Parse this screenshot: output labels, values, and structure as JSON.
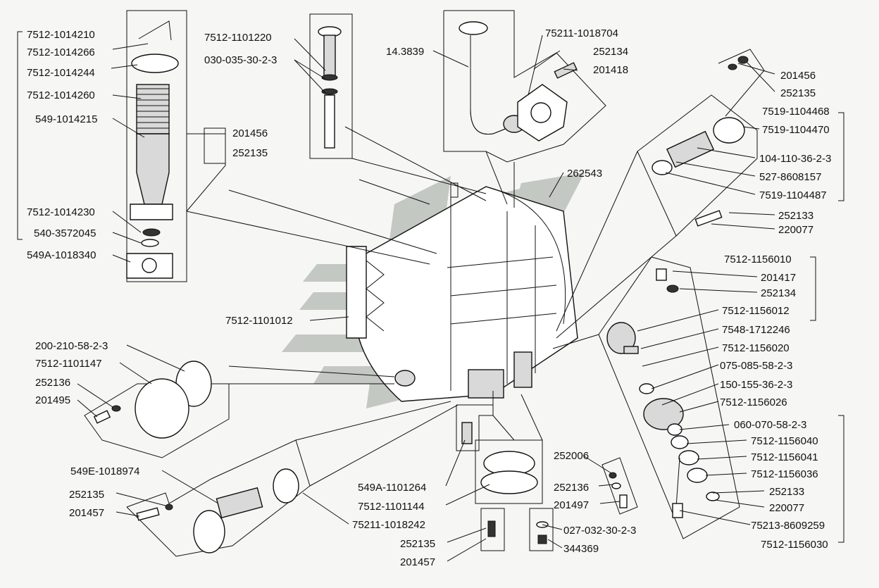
{
  "colors": {
    "ink": "#111111",
    "background": "#f6f6f4",
    "watermark": "#9aa39c"
  },
  "watermark_icon": "stylized-arrow-logo",
  "callouts": {
    "c1": "7512-1014210",
    "c2": "7512-1014266",
    "c3": "7512-1014244",
    "c4": "7512-1014260",
    "c5": "549-1014215",
    "c6": "201456",
    "c7": "252135",
    "c8": "7512-1014230",
    "c9": "540-3572045",
    "c10": "549A-1018340",
    "c11": "7512-1101220",
    "c12": "030-035-30-2-3",
    "c13": "14.3839",
    "c14": "75211-1018704",
    "c15": "252134",
    "c16": "201418",
    "c17": "201456",
    "c18": "252135",
    "c19": "7519-1104468",
    "c20": "7519-1104470",
    "c21": "104-110-36-2-3",
    "c22": "527-8608157",
    "c23": "7519-1104487",
    "c24": "262543",
    "c25": "252133",
    "c26": "220077",
    "c27": "7512-1156010",
    "c28": "201417",
    "c29": "252134",
    "c30": "7512-1101012",
    "c31": "7512-1156012",
    "c32": "7548-1712246",
    "c33": "200-210-58-2-3",
    "c34": "7512-1156020",
    "c35": "7512-1101147",
    "c36": "075-085-58-2-3",
    "c37": "252136",
    "c38": "150-155-36-2-3",
    "c39": "201495",
    "c40": "7512-1156026",
    "c41": "060-070-58-2-3",
    "c42": "7512-1156040",
    "c43": "252006",
    "c44": "7512-1156041",
    "c45": "549E-1018974",
    "c46": "7512-1156036",
    "c47": "252136",
    "c48": "252133",
    "c49": "549A-1101264",
    "c50": "252135",
    "c51": "201497",
    "c52": "220077",
    "c53": "7512-1101144",
    "c54": "201457",
    "c55": "75211-1018242",
    "c56": "75213-8609259",
    "c57": "027-032-30-2-3",
    "c58": "7512-1156030",
    "c59": "252135",
    "c60": "344369",
    "c61": "201457"
  }
}
